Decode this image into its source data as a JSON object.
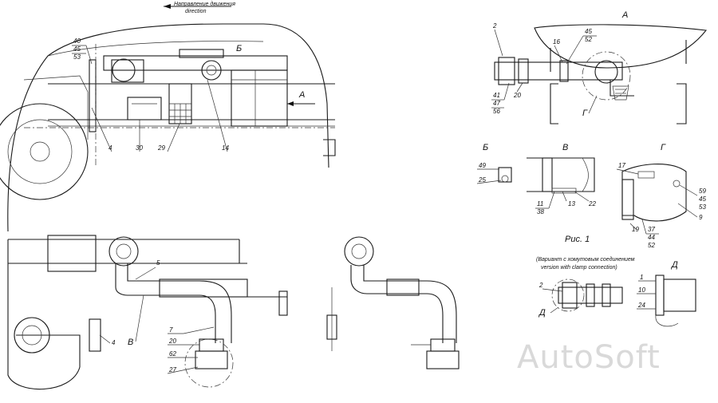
{
  "direction_label": {
    "line1": "Направление движения",
    "line2": "direction"
  },
  "views": {
    "a": "А",
    "b": "Б",
    "v": "В",
    "g": "Г",
    "d": "Д"
  },
  "figure_caption": "Рис. 1",
  "variant_caption": {
    "line1": "(Вариант с хомутовым соединением",
    "line2": "version with clamp connection)"
  },
  "watermark": "AutoSoft",
  "callouts": {
    "c40_45_53": [
      "40",
      "45",
      "53"
    ],
    "c4": "4",
    "c30": "30",
    "c29": "29",
    "c14": "14",
    "c2": "2",
    "c16": "16",
    "c45_52": [
      "45",
      "52"
    ],
    "c41_47_56": [
      "41",
      "47",
      "56"
    ],
    "c20": "20",
    "c49": "49",
    "c25": "25",
    "c11_38": [
      "11",
      "38"
    ],
    "c13": "13",
    "c22": "22",
    "c17": "17",
    "c59_45_53": [
      "59",
      "45",
      "53"
    ],
    "c9": "9",
    "c19": "19",
    "c37_44_52": [
      "37",
      "44",
      "52"
    ],
    "c5": "5",
    "c7": "7",
    "c62": "62",
    "c27": "27",
    "c4b": "4",
    "c20b": "20",
    "c1": "1",
    "c10": "10",
    "c24": "24",
    "c2b": "2"
  },
  "colors": {
    "line": "#1a1a1a",
    "watermark": "#d9d9d9"
  }
}
